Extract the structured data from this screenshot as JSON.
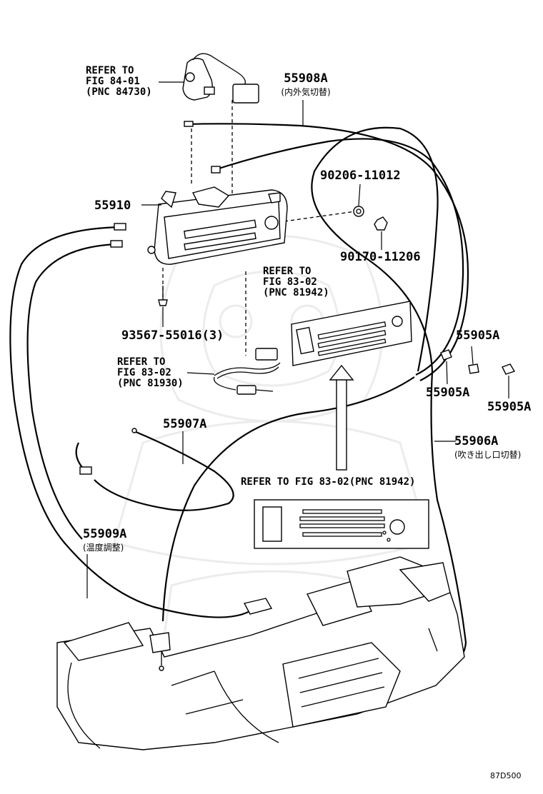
{
  "parts": {
    "p55908a": {
      "number": "55908A",
      "note": "(内外気切替)"
    },
    "p55910": {
      "number": "55910"
    },
    "p90206": {
      "number": "90206-11012"
    },
    "p90170": {
      "number": "90170-11206"
    },
    "p93567": {
      "number": "93567-55016(3)"
    },
    "p55905a_top": {
      "number": "55905A"
    },
    "p55905a_left": {
      "number": "55905A"
    },
    "p55905a_right": {
      "number": "55905A"
    },
    "p55907a": {
      "number": "55907A"
    },
    "p55906a": {
      "number": "55906A",
      "note": "(吹き出し口切替)"
    },
    "p55909a": {
      "number": "55909A",
      "note": "(温度調整)"
    }
  },
  "references": {
    "ref_fig84_01": {
      "line1": "REFER TO",
      "line2": "FIG 84-01",
      "line3": "(PNC 84730)"
    },
    "ref_fig83_02_panel": {
      "line1": "REFER TO",
      "line2": "FIG 83-02",
      "line3": "(PNC 81942)"
    },
    "ref_fig83_02_wire": {
      "line1": "REFER TO",
      "line2": "FIG 83-02",
      "line3": "(PNC 81930)"
    },
    "ref_fig83_02_inline": {
      "text": "REFER TO FIG 83-02(PNC 81942)"
    }
  },
  "diagram_code": "87D500"
}
